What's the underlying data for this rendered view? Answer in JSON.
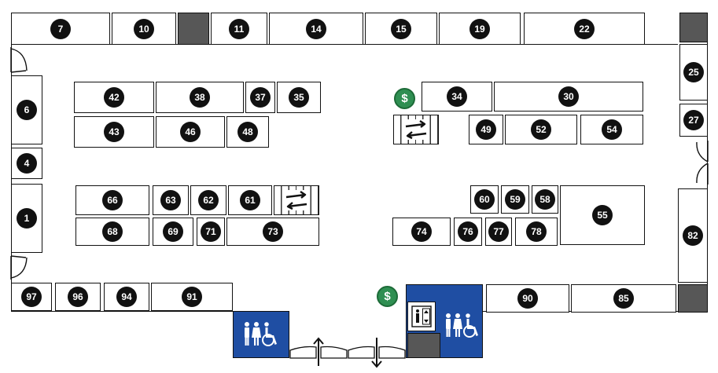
{
  "stores": {
    "s7": "7",
    "s10": "10",
    "s11": "11",
    "s14": "14",
    "s15": "15",
    "s19": "19",
    "s22": "22",
    "s25": "25",
    "s27": "27",
    "s82": "82",
    "s6": "6",
    "s4": "4",
    "s1": "1",
    "s42": "42",
    "s38": "38",
    "s37": "37",
    "s35": "35",
    "s43": "43",
    "s46": "46",
    "s48": "48",
    "s34": "34",
    "s30": "30",
    "s49": "49",
    "s52": "52",
    "s54": "54",
    "s66": "66",
    "s63": "63",
    "s62": "62",
    "s61": "61",
    "s68": "68",
    "s69": "69",
    "s71": "71",
    "s73": "73",
    "s60": "60",
    "s59": "59",
    "s58": "58",
    "s55": "55",
    "s74": "74",
    "s76": "76",
    "s77": "77",
    "s78": "78",
    "s97": "97",
    "s96": "96",
    "s94": "94",
    "s91": "91",
    "s90": "90",
    "s85": "85"
  },
  "atm": {
    "symbol": "$"
  },
  "icons": {
    "restroom": "restroom-icon",
    "elevator": "elevator-icon",
    "escalator": "escalator-icon",
    "atm": "atm-icon",
    "entrance": "arrow-up-icon",
    "exit": "arrow-down-icon"
  },
  "colors": {
    "restroom": "#1f4ea3",
    "atm": "#2f8f52",
    "filled_space": "#575757",
    "badge": "#111111"
  }
}
